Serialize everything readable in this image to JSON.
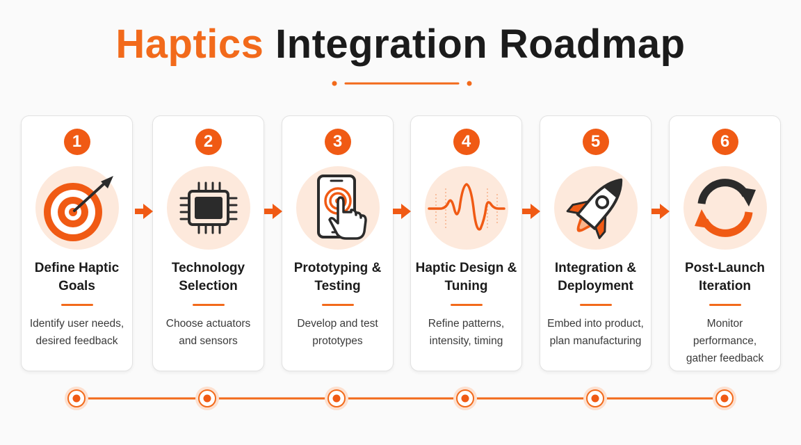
{
  "title": {
    "accent": "Haptics",
    "rest": "Integration Roadmap"
  },
  "colors": {
    "accent": "#f26a1b",
    "badge": "#f05a14",
    "icon_bg": "#fde9dc",
    "dark": "#2b2b2b"
  },
  "steps": [
    {
      "number": "1",
      "title_line1": "Define Haptic",
      "title_line2": "Goals",
      "desc_line1": "Identify user needs,",
      "desc_line2": "desired feedback",
      "icon": "target-icon"
    },
    {
      "number": "2",
      "title_line1": "Technology",
      "title_line2": "Selection",
      "desc_line1": "Choose actuators",
      "desc_line2": "and sensors",
      "icon": "chip-icon"
    },
    {
      "number": "3",
      "title_line1": "Prototyping &",
      "title_line2": "Testing",
      "desc_line1": "Develop and test",
      "desc_line2": "prototypes",
      "icon": "phone-touch-icon"
    },
    {
      "number": "4",
      "title_line1": "Haptic Design &",
      "title_line2": "Tuning",
      "desc_line1": "Refine patterns,",
      "desc_line2": "intensity, timing",
      "icon": "waveform-icon"
    },
    {
      "number": "5",
      "title_line1": "Integration &",
      "title_line2": "Deployment",
      "desc_line1": "Embed into product,",
      "desc_line2": "plan manufacturing",
      "icon": "rocket-icon"
    },
    {
      "number": "6",
      "title_line1": "Post-Launch",
      "title_line2": "Iteration",
      "desc_line1": "Monitor performance,",
      "desc_line2": "gather feedback",
      "icon": "cycle-icon"
    }
  ]
}
